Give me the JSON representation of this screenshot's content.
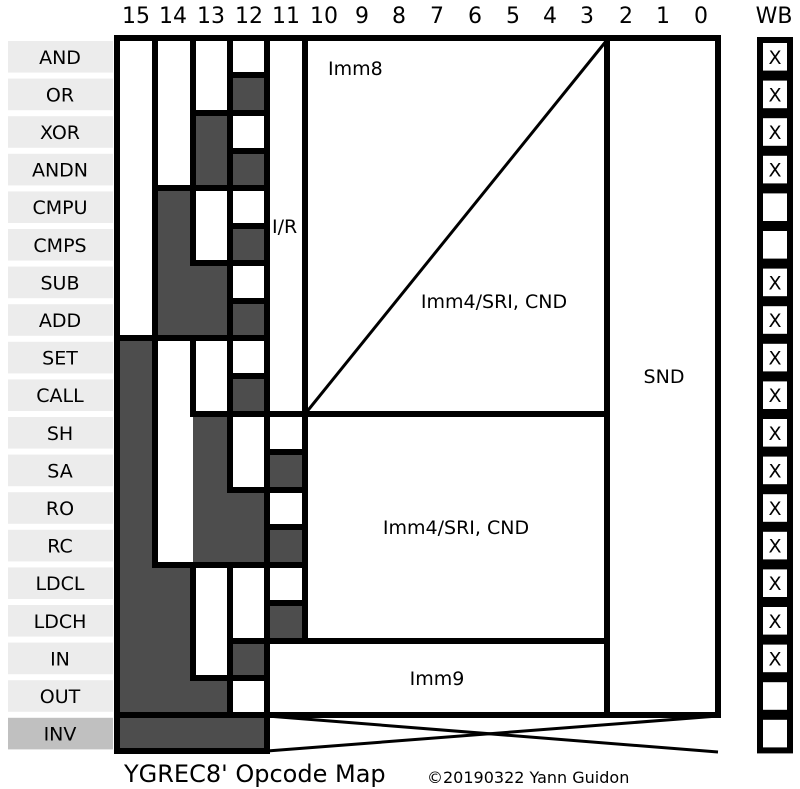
{
  "bit_numbers": [
    "15",
    "14",
    "13",
    "12",
    "11",
    "10",
    "9",
    "8",
    "7",
    "6",
    "5",
    "4",
    "3",
    "2",
    "1",
    "0"
  ],
  "wb_header": "WB",
  "rows": [
    {
      "label": "AND",
      "wb": "X"
    },
    {
      "label": "OR",
      "wb": "X"
    },
    {
      "label": "XOR",
      "wb": "X"
    },
    {
      "label": "ANDN",
      "wb": "X"
    },
    {
      "label": "CMPU",
      "wb": ""
    },
    {
      "label": "CMPS",
      "wb": ""
    },
    {
      "label": "SUB",
      "wb": "X"
    },
    {
      "label": "ADD",
      "wb": "X"
    },
    {
      "label": "SET",
      "wb": "X"
    },
    {
      "label": "CALL",
      "wb": "X"
    },
    {
      "label": "SH",
      "wb": "X"
    },
    {
      "label": "SA",
      "wb": "X"
    },
    {
      "label": "RO",
      "wb": "X"
    },
    {
      "label": "RC",
      "wb": "X"
    },
    {
      "label": "LDCL",
      "wb": "X"
    },
    {
      "label": "LDCH",
      "wb": "X"
    },
    {
      "label": "IN",
      "wb": "X"
    },
    {
      "label": "OUT",
      "wb": ""
    },
    {
      "label": "INV",
      "wb": ""
    }
  ],
  "fields": {
    "imm8": "Imm8",
    "ir": "I/R",
    "imm4_upper": "Imm4/SRI, CND",
    "imm4_lower": "Imm4/SRI, CND",
    "snd": "SND",
    "imm9": "Imm9"
  },
  "title": "YGREC8' Opcode Map",
  "credit": "©20190322 Yann Guidon",
  "colors": {
    "dark_fill": "#4d4d4d",
    "label_bg": "#ececec",
    "label_bg_highlight": "#c0c0c0",
    "border": "#000000"
  }
}
